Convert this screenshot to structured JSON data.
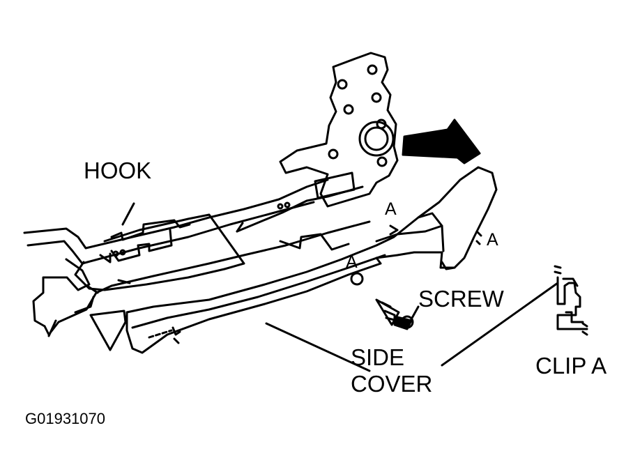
{
  "diagram": {
    "labels": {
      "hook": "HOOK",
      "screw": "SCREW",
      "side_cover_line1": "SIDE",
      "side_cover_line2": "COVER",
      "clip_a": "CLIP A",
      "clip_marker_top": "A",
      "clip_marker_right": "A",
      "clip_marker_center": "A"
    },
    "figure_code": "G01931070"
  },
  "colors": {
    "ink": "#000000",
    "paper": "#ffffff"
  }
}
